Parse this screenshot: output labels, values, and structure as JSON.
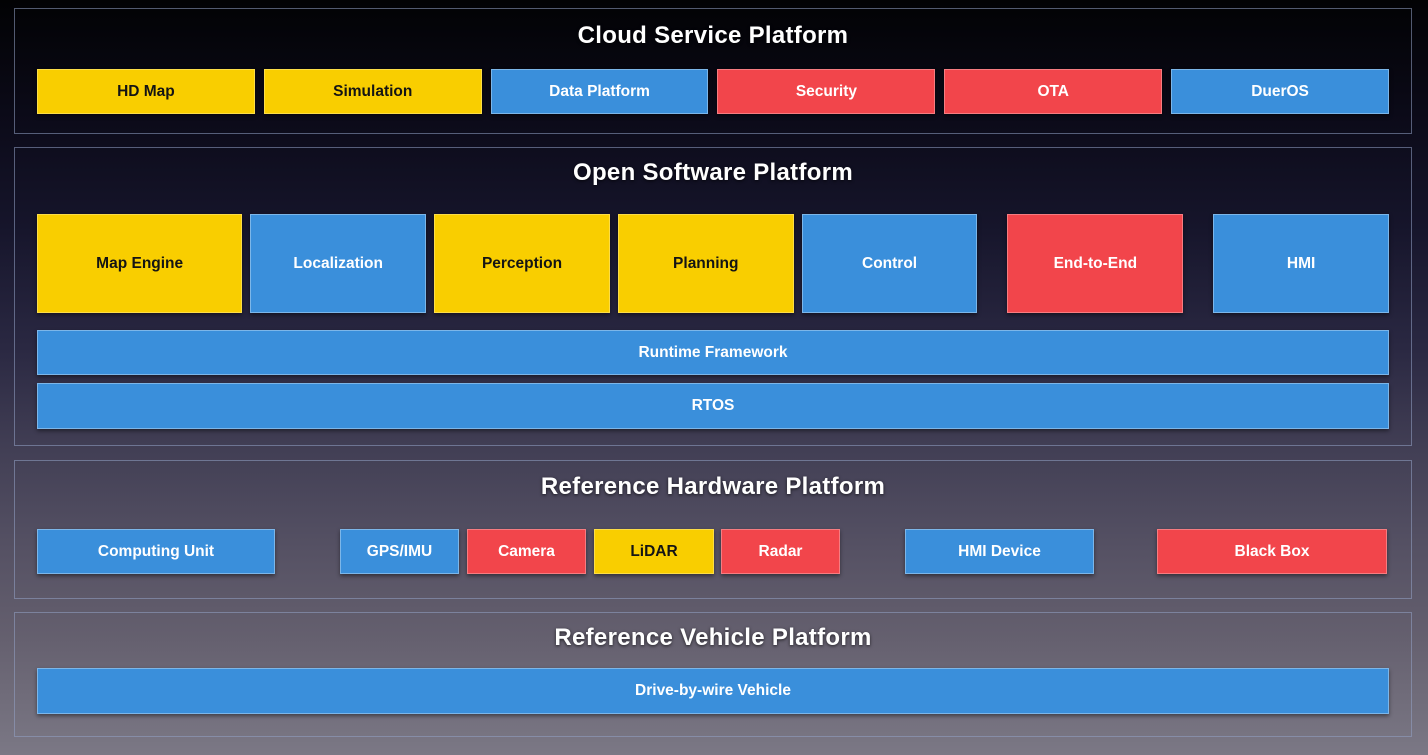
{
  "colors": {
    "yellow": "#F9CE00",
    "blue": "#3A8FDB",
    "red": "#F2454B",
    "section_border": "#94A3C6",
    "title_text": "#FFFFFF"
  },
  "sections": {
    "cloud": {
      "title": "Cloud Service Platform",
      "boxes": [
        {
          "label": "HD Map",
          "color": "yellow"
        },
        {
          "label": "Simulation",
          "color": "yellow"
        },
        {
          "label": "Data Platform",
          "color": "blue"
        },
        {
          "label": "Security",
          "color": "red"
        },
        {
          "label": "OTA",
          "color": "red"
        },
        {
          "label": "DuerOS",
          "color": "blue"
        }
      ]
    },
    "software": {
      "title": "Open Software Platform",
      "modules": [
        {
          "label": "Map Engine",
          "color": "yellow"
        },
        {
          "label": "Localization",
          "color": "blue"
        },
        {
          "label": "Perception",
          "color": "yellow"
        },
        {
          "label": "Planning",
          "color": "yellow"
        },
        {
          "label": "Control",
          "color": "blue"
        },
        {
          "label": "End-to-End",
          "color": "red"
        },
        {
          "label": "HMI",
          "color": "blue"
        }
      ],
      "bars": [
        {
          "label": "Runtime Framework",
          "color": "blue"
        },
        {
          "label": "RTOS",
          "color": "blue"
        }
      ]
    },
    "hardware": {
      "title": "Reference Hardware Platform",
      "boxes": [
        {
          "label": "Computing Unit",
          "color": "blue"
        },
        {
          "label": "GPS/IMU",
          "color": "blue"
        },
        {
          "label": "Camera",
          "color": "red"
        },
        {
          "label": "LiDAR",
          "color": "yellow"
        },
        {
          "label": "Radar",
          "color": "red"
        },
        {
          "label": "HMI Device",
          "color": "blue"
        },
        {
          "label": "Black Box",
          "color": "red"
        }
      ]
    },
    "vehicle": {
      "title": "Reference Vehicle Platform",
      "bar": {
        "label": "Drive-by-wire Vehicle",
        "color": "blue"
      }
    }
  }
}
